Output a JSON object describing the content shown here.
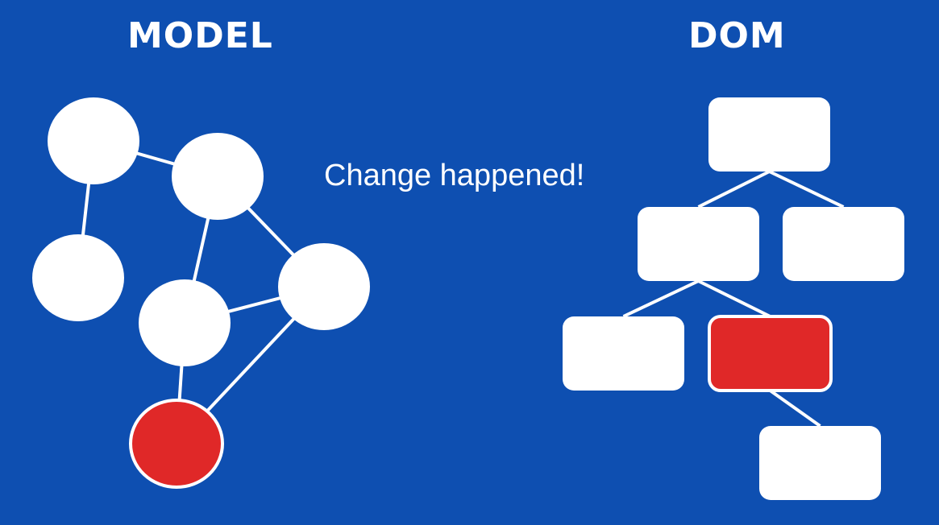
{
  "model": {
    "title": "MODEL",
    "highlight_color": "#e02828",
    "node_color": "#ffffff",
    "nodes": [
      {
        "id": "m1",
        "changed": false
      },
      {
        "id": "m2",
        "changed": false
      },
      {
        "id": "m3",
        "changed": false
      },
      {
        "id": "m4",
        "changed": false
      },
      {
        "id": "m5",
        "changed": false
      },
      {
        "id": "m6",
        "changed": true
      }
    ],
    "edges": [
      [
        "m1",
        "m2"
      ],
      [
        "m1",
        "m3"
      ],
      [
        "m2",
        "m4"
      ],
      [
        "m2",
        "m5"
      ],
      [
        "m4",
        "m5"
      ],
      [
        "m4",
        "m6"
      ],
      [
        "m5",
        "m6"
      ]
    ]
  },
  "dom": {
    "title": "DOM",
    "highlight_color": "#e02828",
    "node_color": "#ffffff",
    "nodes": [
      {
        "id": "d1",
        "changed": false
      },
      {
        "id": "d2",
        "changed": false
      },
      {
        "id": "d3",
        "changed": false
      },
      {
        "id": "d4",
        "changed": false
      },
      {
        "id": "d5",
        "changed": true
      },
      {
        "id": "d6",
        "changed": false
      }
    ],
    "edges": [
      [
        "d1",
        "d2"
      ],
      [
        "d1",
        "d3"
      ],
      [
        "d2",
        "d4"
      ],
      [
        "d2",
        "d5"
      ],
      [
        "d5",
        "d6"
      ]
    ]
  },
  "message": "Change happened!",
  "background_color": "#0e4fb1"
}
